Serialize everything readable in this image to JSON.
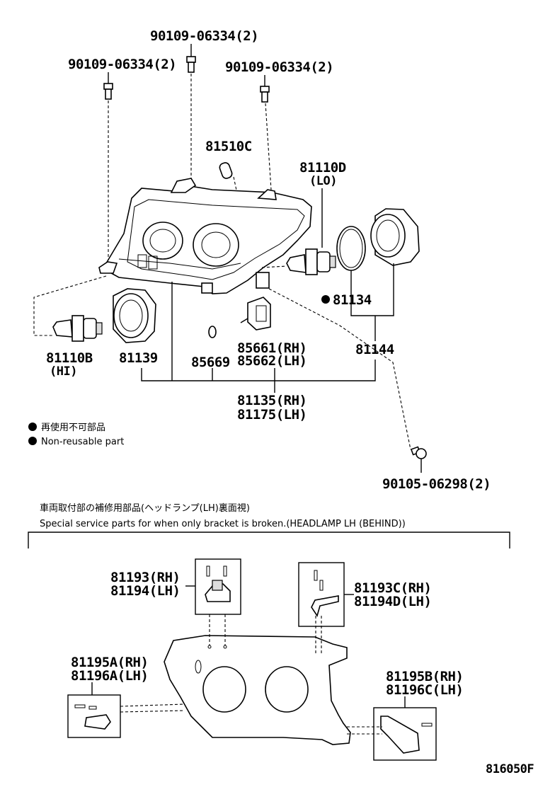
{
  "bolts": {
    "top_center": "90109-06334(2)",
    "top_left": "90109-06334(2)",
    "top_right": "90109-06334(2)",
    "bottom_right": "90105-06298(2)"
  },
  "parts": {
    "p81510c": "81510C",
    "p81110d": "81110D",
    "p81110d_sub": "(LO)",
    "p81134": "81134",
    "p81110b": "81110B",
    "p81110b_sub": "(HI)",
    "p81139": "81139",
    "p85669": "85669",
    "p85661": "85661(RH)",
    "p85662": "85662(LH)",
    "p81144": "81144",
    "p81135": "81135(RH)",
    "p81175": "81175(LH)"
  },
  "legend": {
    "jp": "再使用不可部品",
    "en": "Non-reusable part"
  },
  "special": {
    "title_jp": "車両取付部の補修用部品(ヘッドランプ(LH)裏面視)",
    "title_en": "Special service parts for when only bracket is broken.(HEADLAMP LH (BEHIND))",
    "p81193": "81193(RH)",
    "p81194": "81194(LH)",
    "p81193c": "81193C(RH)",
    "p81194d": "81194D(LH)",
    "p81195a": "81195A(RH)",
    "p81196a": "81196A(LH)",
    "p81195b": "81195B(RH)",
    "p81196c": "81196C(LH)"
  },
  "figure_code": "816050F"
}
